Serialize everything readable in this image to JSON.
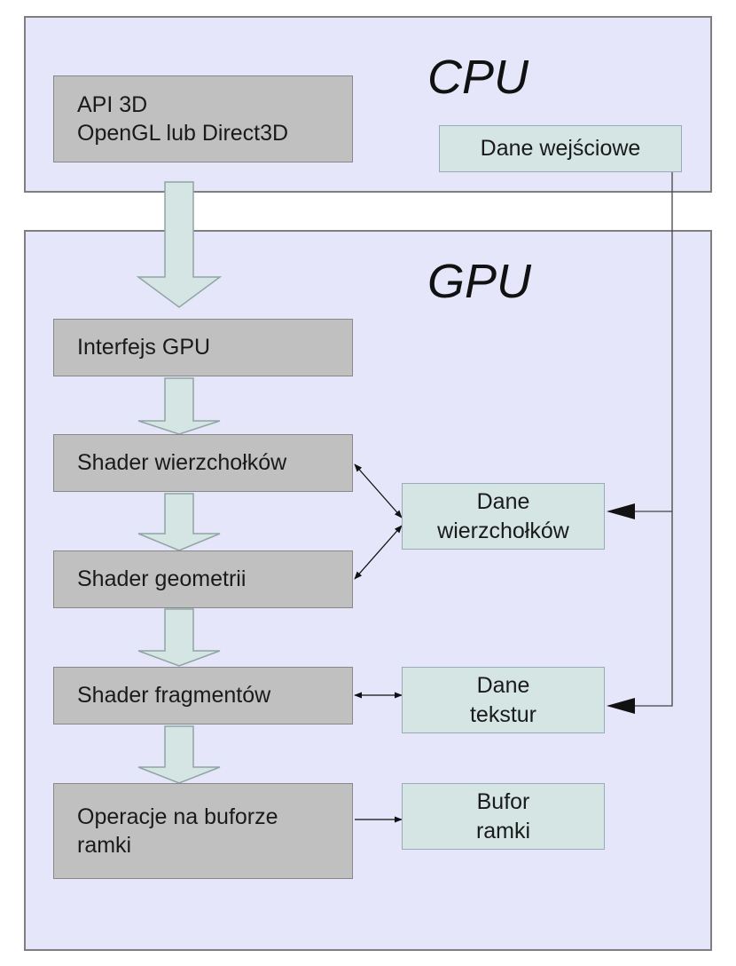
{
  "cpu": {
    "title": "CPU",
    "api_box": {
      "line1": "API 3D",
      "line2": "OpenGL lub Direct3D"
    },
    "input_data": "Dane wejściowe"
  },
  "gpu": {
    "title": "GPU",
    "pipeline": {
      "interface": "Interfejs GPU",
      "vertex_shader": "Shader wierzchołków",
      "geometry_shader": "Shader geometrii",
      "fragment_shader": "Shader fragmentów",
      "framebuffer_ops": {
        "line1": "Operacje na buforze",
        "line2": "ramki"
      }
    },
    "data": {
      "vertex_data": {
        "line1": "Dane",
        "line2": "wierzchołków"
      },
      "texture_data": {
        "line1": "Dane",
        "line2": "tekstur"
      },
      "framebuffer": {
        "line1": "Bufor",
        "line2": "ramki"
      }
    }
  },
  "colors": {
    "region_fill": "#e6e6fa",
    "pipeline_box": "#c0c0c0",
    "data_box": "#d4e5e3",
    "flow_arrow": "#d4e5e3"
  }
}
